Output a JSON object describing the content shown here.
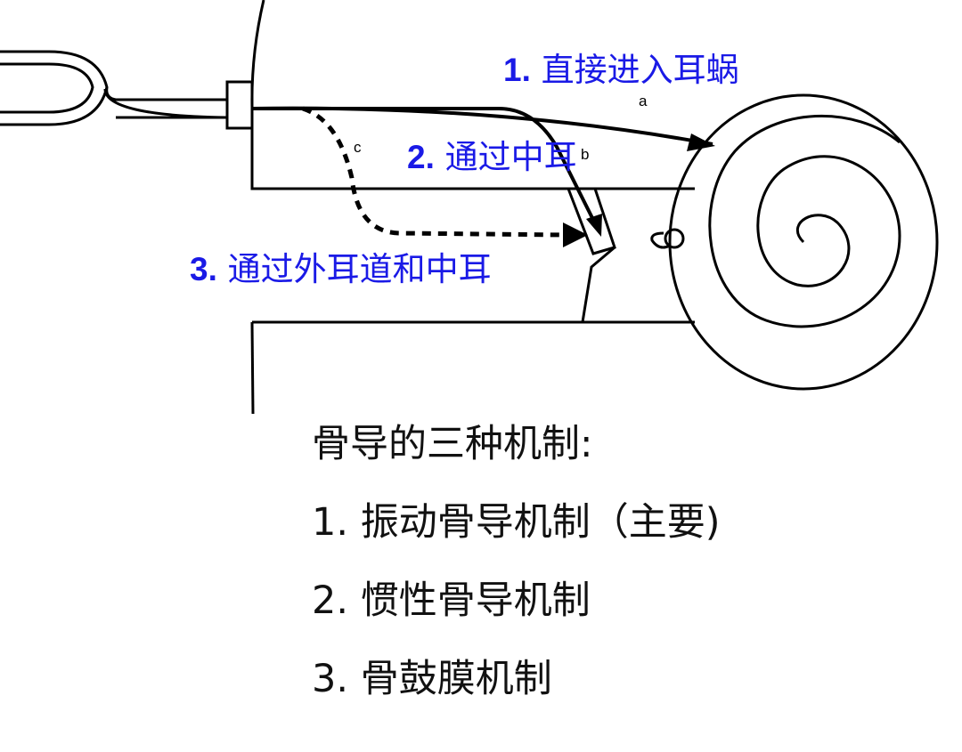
{
  "paths": [
    {
      "num": "1.",
      "text": "直接进入耳蜗"
    },
    {
      "num": "2.",
      "text": "通过中耳"
    },
    {
      "num": "3.",
      "text": "通过外耳道和中耳"
    }
  ],
  "path_letters": {
    "a": "a",
    "b": "b",
    "c": "c"
  },
  "mechanisms": {
    "title": "骨导的三种机制:",
    "items": [
      "1. 振动骨导机制（主要)",
      "2. 惯性骨导机制",
      "3. 骨鼓膜机制"
    ]
  },
  "colors": {
    "label_blue": "#1a1ae6",
    "line": "#000000"
  }
}
